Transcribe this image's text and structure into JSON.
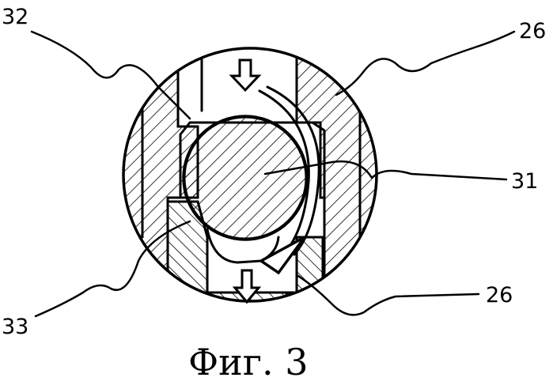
{
  "figure": {
    "caption": "Фиг. 3",
    "reference_labels": {
      "label_32": "32",
      "label_26_top": "26",
      "label_31": "31",
      "label_33": "33",
      "label_26_bottom": "26"
    }
  },
  "colors": {
    "ink": "#000000",
    "paper": "#ffffff"
  }
}
